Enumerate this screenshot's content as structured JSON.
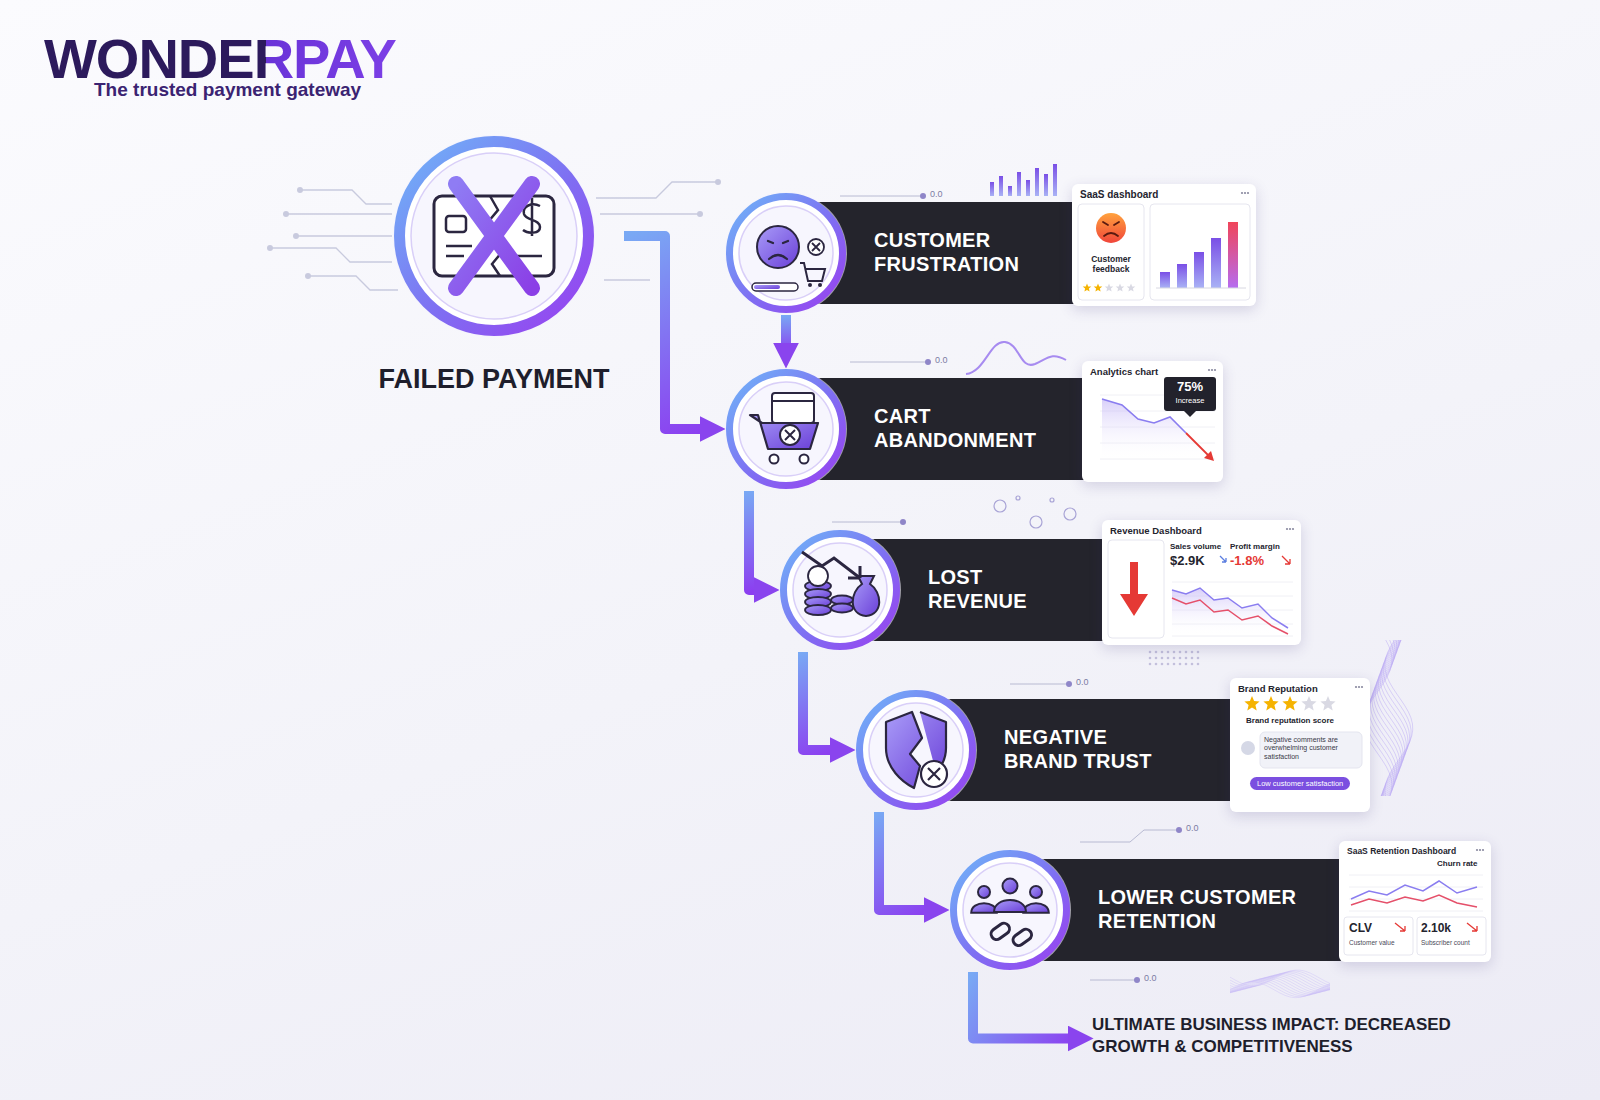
{
  "diagram": {
    "nodes": [
      {
        "text": [
          "FAILED PAYMENT"
        ]
      },
      {
        "text": [
          "CUSTOMER FRUSTRATION"
        ]
      },
      {
        "text": [
          "SaaS dashboard",
          "Customer feedback"
        ]
      },
      {
        "text": [
          "CART ABANDONMENT"
        ]
      },
      {
        "text": [
          "Analytics chart",
          "75%",
          "Increase"
        ]
      },
      {
        "text": [
          "LOST REVENUE"
        ]
      },
      {
        "text": [
          "Revenue Dashboard",
          "Sales volume",
          "$2.9K",
          "Profit margin",
          "-1.8%"
        ]
      },
      {
        "text": [
          "NEGATIVE BRAND TRUST"
        ]
      },
      {
        "text": [
          "Brand Reputation",
          "Brand reputation score",
          "Negative comments are overwhelming customer satisfaction",
          "Low customer satisfaction"
        ]
      },
      {
        "text": [
          "LOWER CUSTOMER RETENTION"
        ]
      },
      {
        "text": [
          "SaaS Retention Dashboard",
          "Churn rate",
          "CLV",
          "Customer value",
          "2.10k",
          "Subscriber count"
        ]
      },
      {
        "text": [
          "ULTIMATE BUSINESS IMPACT: DECREASED GROWTH & COMPETITIVENESS"
        ]
      }
    ],
    "edges": [
      {
        "from": 0,
        "to": 3,
        "arrow": "to"
      },
      {
        "from": 1,
        "to": 3,
        "arrow": "to"
      },
      {
        "from": 3,
        "to": 5,
        "arrow": "to"
      },
      {
        "from": 5,
        "to": 7,
        "arrow": "to"
      },
      {
        "from": 7,
        "to": 9,
        "arrow": "to"
      },
      {
        "from": 9,
        "to": 11,
        "arrow": "to"
      }
    ],
    "labels": [
      "WONDERPAY",
      "The trusted payment gateway",
      "0.0",
      "0.0",
      "0.0",
      "0.0",
      "0.0"
    ]
  }
}
